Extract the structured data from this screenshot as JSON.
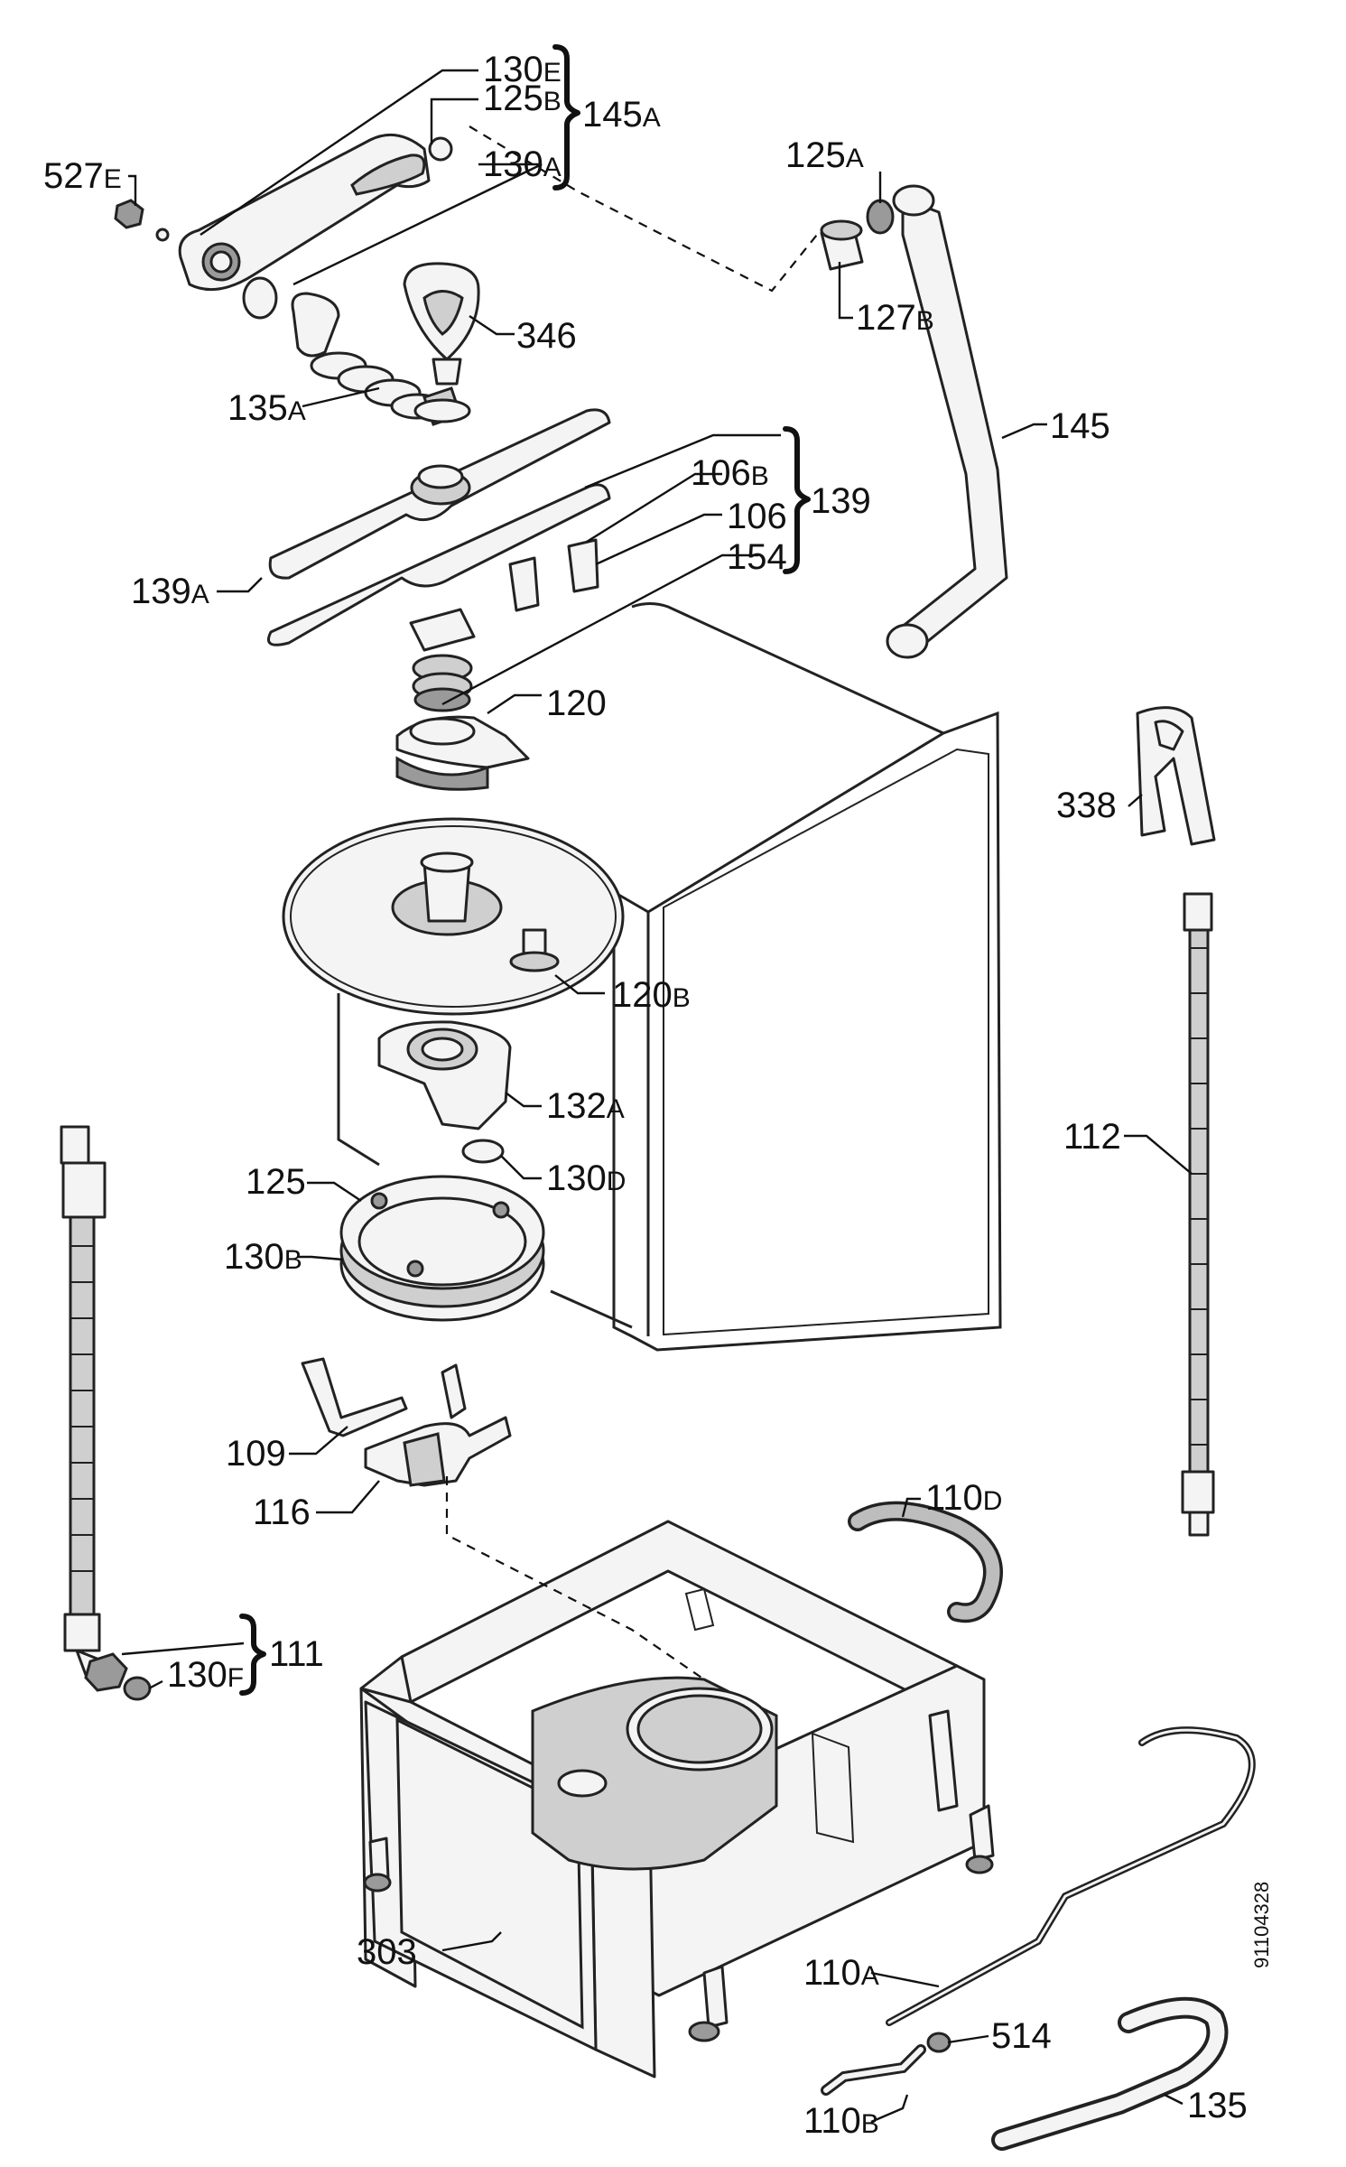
{
  "diagram": {
    "code": "91104328",
    "labels": [
      {
        "id": "lbl-130e",
        "num": "130",
        "suffix": "E"
      },
      {
        "id": "lbl-125b",
        "num": "125",
        "suffix": "B"
      },
      {
        "id": "lbl-145a",
        "num": "145",
        "suffix": "A"
      },
      {
        "id": "lbl-130a",
        "num": "130",
        "suffix": "A"
      },
      {
        "id": "lbl-527e",
        "num": "527",
        "suffix": "E"
      },
      {
        "id": "lbl-125a",
        "num": "125",
        "suffix": "A"
      },
      {
        "id": "lbl-127b",
        "num": "127",
        "suffix": "B"
      },
      {
        "id": "lbl-346",
        "num": "346",
        "suffix": ""
      },
      {
        "id": "lbl-135a",
        "num": "135",
        "suffix": "A"
      },
      {
        "id": "lbl-145",
        "num": "145",
        "suffix": ""
      },
      {
        "id": "lbl-106b",
        "num": "106",
        "suffix": "B"
      },
      {
        "id": "lbl-139",
        "num": "139",
        "suffix": ""
      },
      {
        "id": "lbl-106",
        "num": "106",
        "suffix": ""
      },
      {
        "id": "lbl-154",
        "num": "154",
        "suffix": ""
      },
      {
        "id": "lbl-139a",
        "num": "139",
        "suffix": "A"
      },
      {
        "id": "lbl-120",
        "num": "120",
        "suffix": ""
      },
      {
        "id": "lbl-338",
        "num": "338",
        "suffix": ""
      },
      {
        "id": "lbl-120b",
        "num": "120",
        "suffix": "B"
      },
      {
        "id": "lbl-132a",
        "num": "132",
        "suffix": "A"
      },
      {
        "id": "lbl-112",
        "num": "112",
        "suffix": ""
      },
      {
        "id": "lbl-130d",
        "num": "130",
        "suffix": "D"
      },
      {
        "id": "lbl-125",
        "num": "125",
        "suffix": ""
      },
      {
        "id": "lbl-130b",
        "num": "130",
        "suffix": "B"
      },
      {
        "id": "lbl-109",
        "num": "109",
        "suffix": ""
      },
      {
        "id": "lbl-116",
        "num": "116",
        "suffix": ""
      },
      {
        "id": "lbl-110d",
        "num": "110",
        "suffix": "D"
      },
      {
        "id": "lbl-130f",
        "num": "130",
        "suffix": "F"
      },
      {
        "id": "lbl-111",
        "num": "111",
        "suffix": ""
      },
      {
        "id": "lbl-303",
        "num": "303",
        "suffix": ""
      },
      {
        "id": "lbl-110a",
        "num": "110",
        "suffix": "A"
      },
      {
        "id": "lbl-514",
        "num": "514",
        "suffix": ""
      },
      {
        "id": "lbl-110b",
        "num": "110",
        "suffix": "B"
      },
      {
        "id": "lbl-135",
        "num": "135",
        "suffix": ""
      }
    ]
  }
}
